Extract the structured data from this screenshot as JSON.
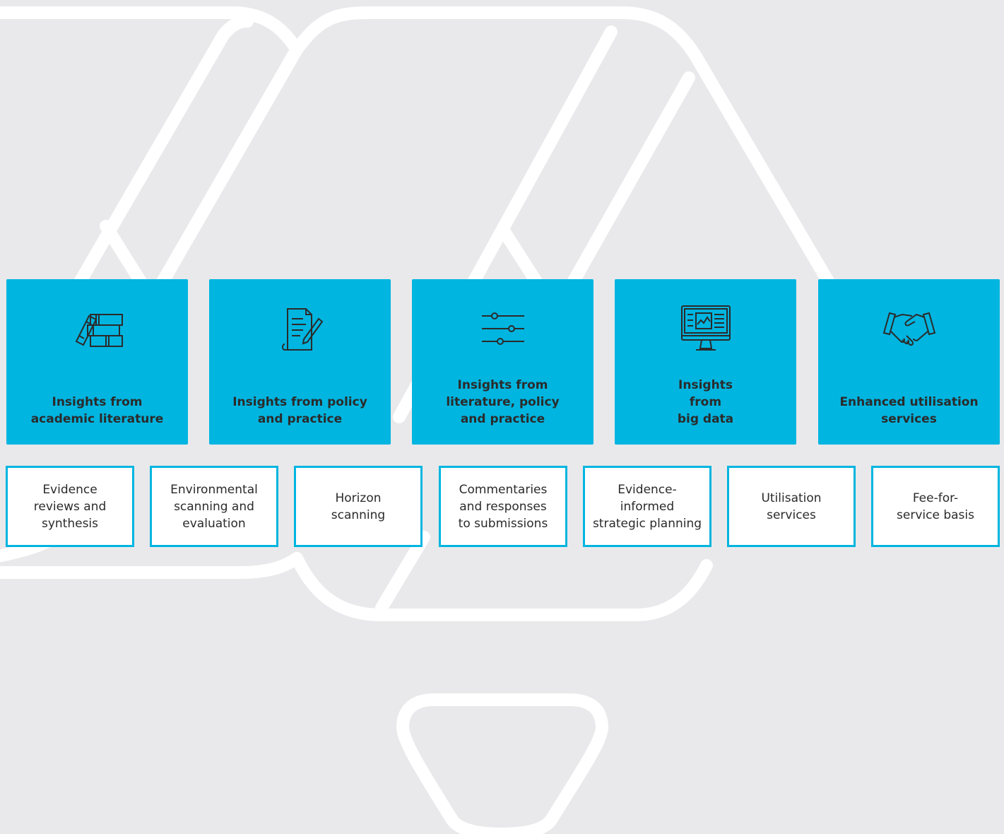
{
  "colors": {
    "background": "#e9e9eb",
    "accent": "#00b5e0",
    "text": "#2b2b2b",
    "ribbon": "#ffffff"
  },
  "tiles": [
    {
      "icon": "books-icon",
      "title": "Insights from\nacademic literature"
    },
    {
      "icon": "document-pen-icon",
      "title": "Insights from policy\nand practice"
    },
    {
      "icon": "sliders-icon",
      "title": "Insights from\nliterature, policy\nand practice"
    },
    {
      "icon": "monitor-chart-icon",
      "title": "Insights\nfrom\nbig data"
    },
    {
      "icon": "handshake-icon",
      "title": "Enhanced utilisation\nservices"
    }
  ],
  "boxes": [
    {
      "label": "Evidence\nreviews and\nsynthesis"
    },
    {
      "label": "Environmental\nscanning and\nevaluation"
    },
    {
      "label": "Horizon\nscanning"
    },
    {
      "label": "Commentaries\nand responses\nto submissions"
    },
    {
      "label": "Evidence-\ninformed\nstrategic planning"
    },
    {
      "label": "Utilisation\nservices"
    },
    {
      "label": "Fee-for-\nservice basis"
    }
  ]
}
